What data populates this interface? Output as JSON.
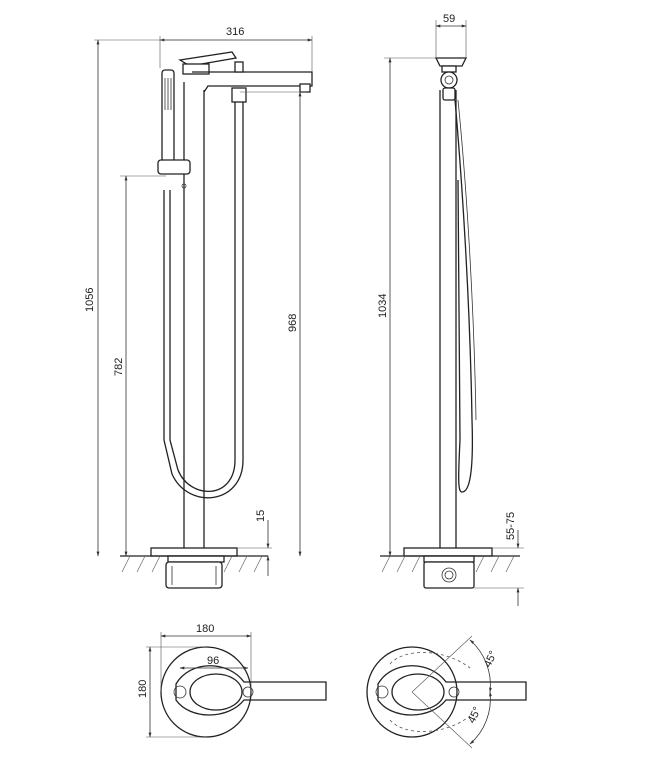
{
  "dimensions": {
    "width_total": "316",
    "head_width": "59",
    "height_total": "1056",
    "height_hose_holder": "782",
    "height_spout": "968",
    "height_side": "1034",
    "floor_offset": "15",
    "floor_depth": "55-75",
    "base_diameter": "180",
    "base_height": "180",
    "handle_offset": "96",
    "angle_upper": "45°",
    "angle_lower": "45°"
  },
  "colors": {
    "line": "#222222",
    "background": "#ffffff"
  }
}
